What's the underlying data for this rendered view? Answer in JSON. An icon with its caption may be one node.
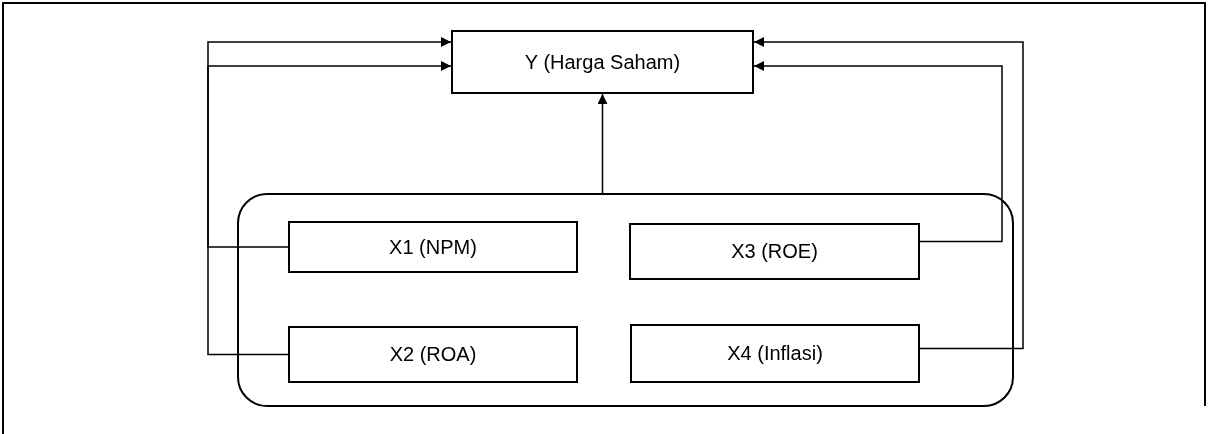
{
  "diagram": {
    "nodes": [
      {
        "text": [
          "Y (Harga Saham)"
        ]
      },
      {
        "text": [],
        "shape": "box"
      },
      {
        "text": [
          "X1 (NPM)"
        ],
        "in": 1
      },
      {
        "text": [
          "X3 (ROE)"
        ],
        "in": 1
      },
      {
        "text": [
          "X2 (ROA)"
        ],
        "in": 1
      },
      {
        "text": [
          "X4 (Inflasi)"
        ],
        "in": 1
      }
    ],
    "edges": [
      {
        "from": 1,
        "to": 0,
        "arrow": "to"
      },
      {
        "from": 2,
        "to": 0,
        "arrow": "to"
      },
      {
        "from": 4,
        "to": 0,
        "arrow": "to"
      },
      {
        "from": 3,
        "to": 0,
        "arrow": "to"
      },
      {
        "from": 5,
        "to": 0,
        "arrow": "to"
      }
    ]
  }
}
